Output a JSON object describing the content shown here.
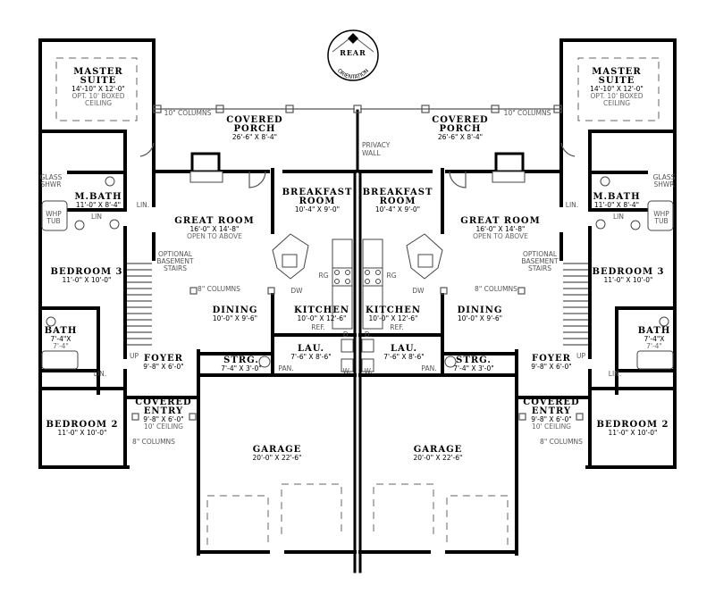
{
  "compass": {
    "top": "REAR",
    "bottom": "ORIENTATION"
  },
  "center": {
    "privacy_wall": [
      "PRIVACY",
      "WALL"
    ]
  },
  "units": [
    {
      "side": "left",
      "rooms": {
        "master_suite": {
          "name": [
            "MASTER",
            "SUITE"
          ],
          "dims": "14'-10\" X 12'-0\"",
          "note": [
            "OPT. 10' BOXED",
            "CEILING"
          ]
        },
        "covered_porch": {
          "name": [
            "COVERED",
            "PORCH"
          ],
          "dims": "26'-6\" X 8'-4\"",
          "note": []
        },
        "m_bath": {
          "name": [
            "M.BATH"
          ],
          "dims": "11'-0\" X 8'-4\"",
          "note": []
        },
        "great_room": {
          "name": [
            "GREAT ROOM"
          ],
          "dims": "16'-0\" X 14'-8\"",
          "note": [
            "OPEN TO ABOVE"
          ]
        },
        "breakfast_room": {
          "name": [
            "BREAKFAST",
            "ROOM"
          ],
          "dims": "10'-4\" X 9'-0\"",
          "note": []
        },
        "bedroom_3": {
          "name": [
            "BEDROOM 3"
          ],
          "dims": "11'-0\" X 10'-0\"",
          "note": []
        },
        "dining": {
          "name": [
            "DINING"
          ],
          "dims": "10'-0\" X 9'-6\"",
          "note": []
        },
        "kitchen": {
          "name": [
            "KITCHEN"
          ],
          "dims": "10'-0\" X 12'-6\"",
          "note": []
        },
        "bath": {
          "name": [
            "BATH"
          ],
          "dims": "7'-4\"X",
          "note": [
            "7'-4\""
          ]
        },
        "foyer": {
          "name": [
            "FOYER"
          ],
          "dims": "9'-8\" X 6'-0\"",
          "note": []
        },
        "storage": {
          "name": [
            "STRG."
          ],
          "dims": "7'-4\" X 3'-0\"",
          "note": []
        },
        "laundry": {
          "name": [
            "LAU."
          ],
          "dims": "7'-6\" X 8'-6\"",
          "note": []
        },
        "covered_entry": {
          "name": [
            "COVERED",
            "ENTRY"
          ],
          "dims": "9'-8\" X 6'-0\"",
          "note": [
            "10' CEILING"
          ]
        },
        "bedroom_2": {
          "name": [
            "BEDROOM 2"
          ],
          "dims": "11'-0\" X 10'-0\"",
          "note": []
        },
        "garage": {
          "name": [
            "GARAGE"
          ],
          "dims": "20'-0\" X 22'-6\"",
          "note": []
        }
      },
      "labels": {
        "glass_shwr": [
          "GLASS",
          "SHWR"
        ],
        "whp_tub": [
          "WHP",
          "TUB"
        ],
        "lin_hall": [
          "LIN."
        ],
        "lin_mbath": [
          "LIN"
        ],
        "lin_bath": [
          "LIN."
        ],
        "basement_stairs": [
          "OPTIONAL",
          "BASEMENT",
          "STAIRS"
        ],
        "columns_10": [
          "10\" COLUMNS"
        ],
        "columns_8_great": [
          "8\" COLUMNS"
        ],
        "columns_8_entry": [
          "8\" COLUMNS"
        ],
        "range": [
          "RG"
        ],
        "dishwasher": [
          "DW"
        ],
        "refrigerator": [
          "REF."
        ],
        "pantry": [
          "PAN."
        ],
        "dryer": [
          "D."
        ],
        "washer": [
          "W."
        ],
        "up": [
          "UP"
        ]
      }
    },
    {
      "side": "right",
      "rooms": {
        "master_suite": {
          "name": [
            "MASTER",
            "SUITE"
          ],
          "dims": "14'-10\" X 12'-0\"",
          "note": [
            "OPT. 10' BOXED",
            "CEILING"
          ]
        },
        "covered_porch": {
          "name": [
            "COVERED",
            "PORCH"
          ],
          "dims": "26'-6\" X 8'-4\"",
          "note": []
        },
        "m_bath": {
          "name": [
            "M.BATH"
          ],
          "dims": "11'-0\" X 8'-4\"",
          "note": []
        },
        "great_room": {
          "name": [
            "GREAT ROOM"
          ],
          "dims": "16'-0\" X 14'-8\"",
          "note": [
            "OPEN TO ABOVE"
          ]
        },
        "breakfast_room": {
          "name": [
            "BREAKFAST",
            "ROOM"
          ],
          "dims": "10'-4\" X 9'-0\"",
          "note": []
        },
        "bedroom_3": {
          "name": [
            "BEDROOM 3"
          ],
          "dims": "11'-0\" X 10'-0\"",
          "note": []
        },
        "dining": {
          "name": [
            "DINING"
          ],
          "dims": "10'-0\" X 9'-6\"",
          "note": []
        },
        "kitchen": {
          "name": [
            "KITCHEN"
          ],
          "dims": "10'-0\" X 12'-6\"",
          "note": []
        },
        "bath": {
          "name": [
            "BATH"
          ],
          "dims": "7'-4\"X",
          "note": [
            "7'-4\""
          ]
        },
        "foyer": {
          "name": [
            "FOYER"
          ],
          "dims": "9'-8\" X 6'-0\"",
          "note": []
        },
        "storage": {
          "name": [
            "STRG."
          ],
          "dims": "7'-4\" X 3'-0\"",
          "note": []
        },
        "laundry": {
          "name": [
            "LAU."
          ],
          "dims": "7'-6\" X 8'-6\"",
          "note": []
        },
        "covered_entry": {
          "name": [
            "COVERED",
            "ENTRY"
          ],
          "dims": "9'-8\" X 6'-0\"",
          "note": [
            "10' CEILING"
          ]
        },
        "bedroom_2": {
          "name": [
            "BEDROOM 2"
          ],
          "dims": "11'-0\" X 10'-0\"",
          "note": []
        },
        "garage": {
          "name": [
            "GARAGE"
          ],
          "dims": "20'-0\" X 22'-6\"",
          "note": []
        }
      },
      "labels": {
        "glass_shwr": [
          "GLASS",
          "SHWR"
        ],
        "whp_tub": [
          "WHP",
          "TUB"
        ],
        "lin_hall": [
          "LIN."
        ],
        "lin_mbath": [
          "LIN"
        ],
        "lin_bath": [
          "LIN."
        ],
        "basement_stairs": [
          "OPTIONAL",
          "BASEMENT",
          "STAIRS"
        ],
        "columns_10": [
          "10\" COLUMNS"
        ],
        "columns_8_great": [
          "8\" COLUMNS"
        ],
        "columns_8_entry": [
          "8\" COLUMNS"
        ],
        "range": [
          "RG"
        ],
        "dishwasher": [
          "DW"
        ],
        "refrigerator": [
          "REF."
        ],
        "pantry": [
          "PAN."
        ],
        "dryer": [
          "D."
        ],
        "washer": [
          "W."
        ],
        "up": [
          "UP"
        ]
      }
    }
  ]
}
